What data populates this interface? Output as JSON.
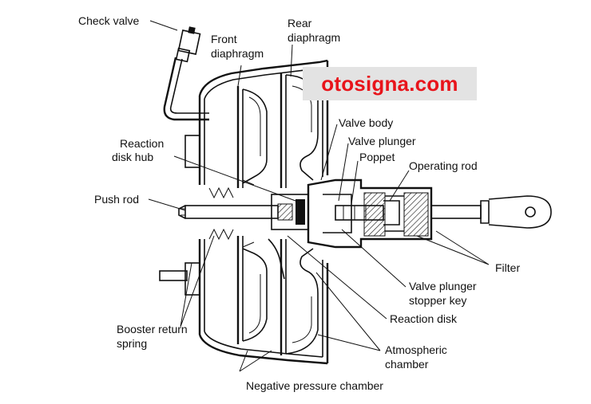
{
  "watermark": {
    "text": "otosigna.com",
    "color": "#e8141b"
  },
  "labels": {
    "check_valve": "Check valve",
    "front_diaphragm_1": "Front",
    "front_diaphragm_2": "diaphragm",
    "rear_diaphragm_1": "Rear",
    "rear_diaphragm_2": "diaphragm",
    "valve_body": "Valve body",
    "valve_plunger": "Valve plunger",
    "poppet": "Poppet",
    "operating_rod": "Operating rod",
    "reaction_disk_hub_1": "Reaction",
    "reaction_disk_hub_2": "disk hub",
    "push_rod": "Push rod",
    "filter": "Filter",
    "valve_plunger_stopper_key_1": "Valve plunger",
    "valve_plunger_stopper_key_2": "stopper key",
    "reaction_disk": "Reaction disk",
    "booster_return_spring_1": "Booster return",
    "booster_return_spring_2": "spring",
    "atmospheric_chamber_1": "Atmospheric",
    "atmospheric_chamber_2": "chamber",
    "negative_pressure_chamber": "Negative pressure chamber"
  }
}
